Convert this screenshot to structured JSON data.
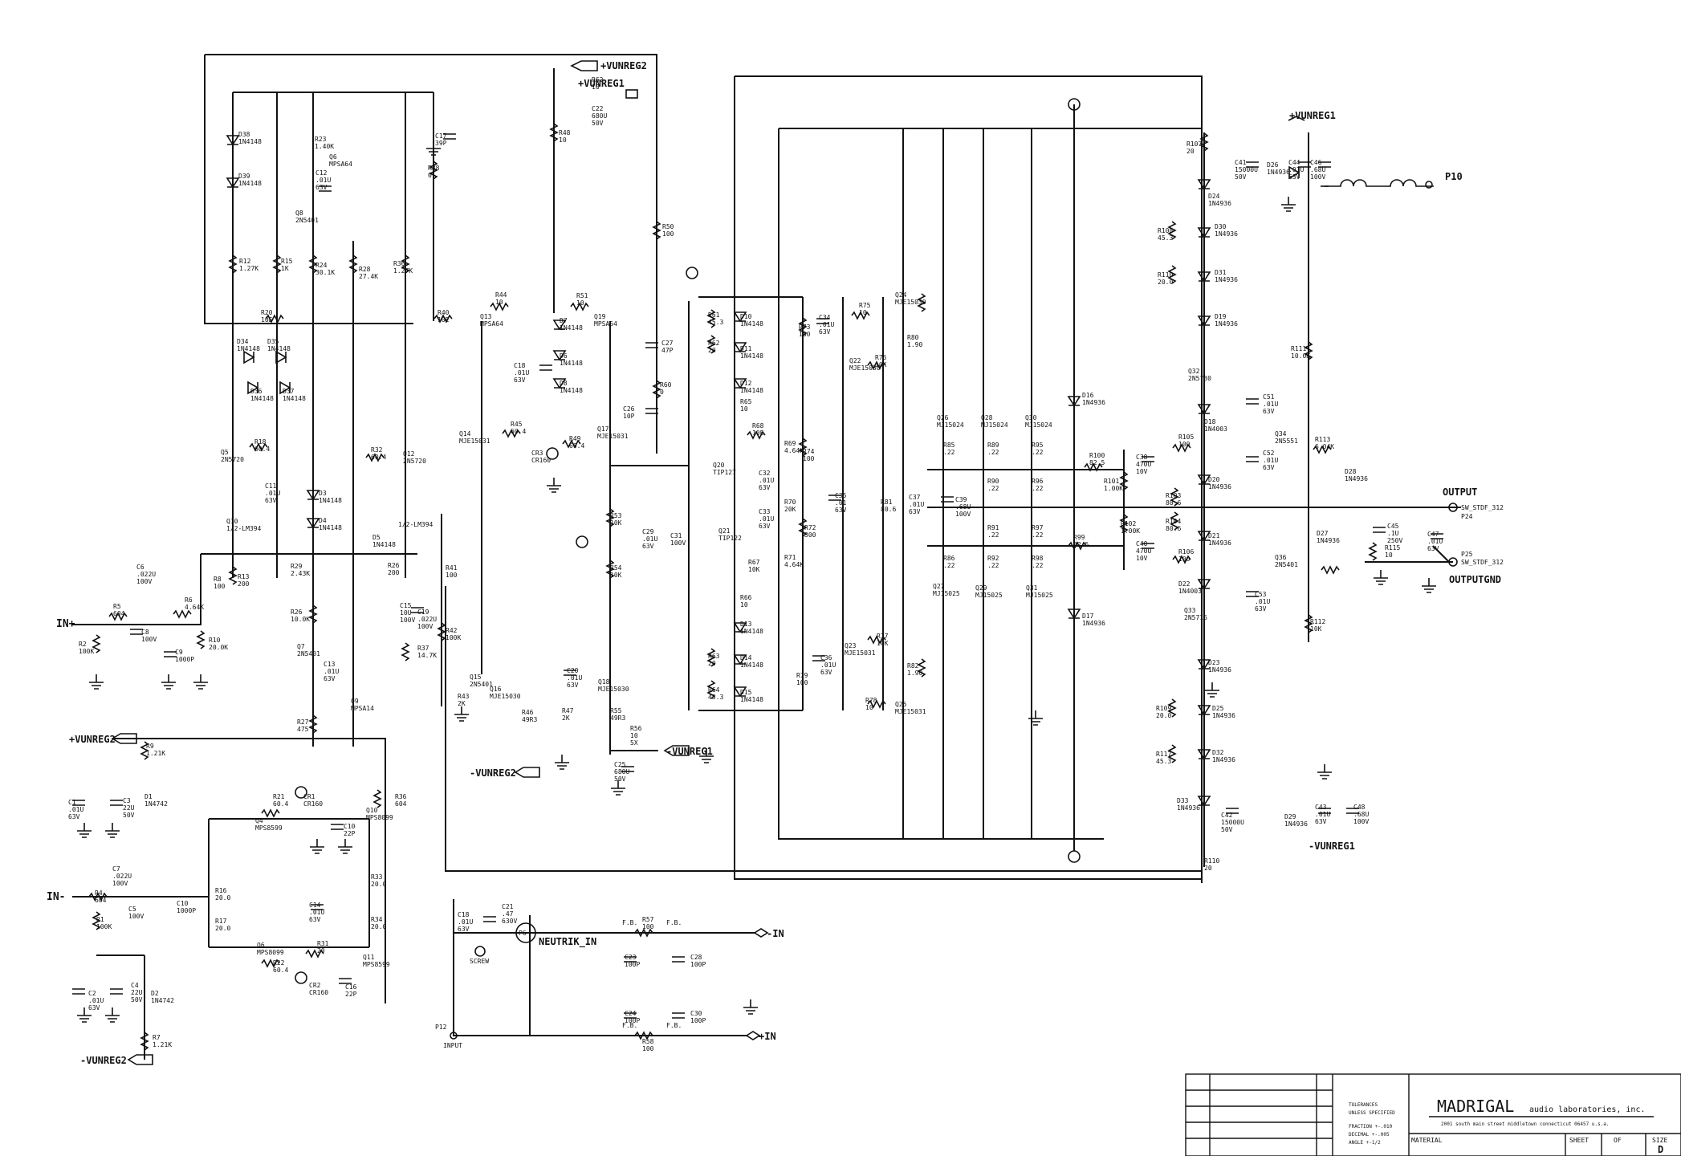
{
  "ports": {
    "vunreg2_top": "+VUNREG2",
    "vunreg1_top": "+VUNREG1",
    "vunreg1_right": "+VUNREG1",
    "p10": "P10",
    "in_plus": "IN+",
    "in_minus": "IN-",
    "vunreg2_left": "+VUNREG2",
    "vunreg2_neg_left": "-VUNREG2",
    "vunreg2_neg_mid": "-VUNREG2",
    "vunreg1_neg_mid": "-VUNREG1",
    "vunreg1_neg_right": "-VUNREG1",
    "output": "OUTPUT",
    "output_gnd": "OUTPUTGND",
    "p24": "P24",
    "p25": "P25",
    "sw_top": "SW_STDF_312",
    "sw_bot": "SW_STDF_312",
    "neutrik": "NEUTRIK_IN",
    "p6": "P6",
    "p12": "P12",
    "input": "INPUT",
    "out_minus_in": "-IN",
    "out_plus_in": "+IN",
    "screw": "SCREW"
  },
  "components": [
    {
      "id": "r23",
      "ref": "R23",
      "val": "1.40K"
    },
    {
      "id": "q6",
      "ref": "Q6",
      "val": "MPSA64"
    },
    {
      "id": "c12",
      "ref": "C12",
      "val": ".01U 63V"
    },
    {
      "id": "q8",
      "ref": "Q8",
      "val": "2N5401"
    },
    {
      "id": "c17",
      "ref": "C17",
      "val": "39P"
    },
    {
      "id": "r38",
      "ref": "R38",
      "val": "0"
    },
    {
      "id": "r12",
      "ref": "R12",
      "val": "1.27K"
    },
    {
      "id": "r15",
      "ref": "R15",
      "val": "1K"
    },
    {
      "id": "r24",
      "ref": "R24",
      "val": "30.1K"
    },
    {
      "id": "r28",
      "ref": "R28",
      "val": "27.4K"
    },
    {
      "id": "r36",
      "ref": "R36",
      "val": "1.27K"
    },
    {
      "id": "r20",
      "ref": "R20",
      "val": "10E"
    },
    {
      "id": "r40",
      "ref": "R40",
      "val": "10E"
    },
    {
      "id": "r44",
      "ref": "R44",
      "val": "10"
    },
    {
      "id": "q13",
      "ref": "Q13",
      "val": "MPSA64"
    },
    {
      "id": "r51",
      "ref": "R51",
      "val": "10"
    },
    {
      "id": "q19",
      "ref": "Q19",
      "val": "MPSA64"
    },
    {
      "id": "r48",
      "ref": "R48",
      "val": "10"
    },
    {
      "id": "r62",
      "ref": "R62",
      "val": "10"
    },
    {
      "id": "c22",
      "ref": "C22",
      "val": "680U 50V"
    },
    {
      "id": "c27",
      "ref": "C27",
      "val": "47P"
    },
    {
      "id": "r50",
      "ref": "R50",
      "val": "100"
    },
    {
      "id": "r60",
      "ref": "R60",
      "val": "0"
    },
    {
      "id": "c18",
      "ref": "C18",
      "val": ".01U 63V"
    },
    {
      "id": "c26",
      "ref": "C26",
      "val": "10P"
    },
    {
      "id": "q14",
      "ref": "Q14",
      "val": "MJE15031"
    },
    {
      "id": "q17",
      "ref": "Q17",
      "val": "MJE15031"
    },
    {
      "id": "r45",
      "ref": "R45",
      "val": "60.4"
    },
    {
      "id": "r49",
      "ref": "R49",
      "val": "60.4"
    },
    {
      "id": "cr3",
      "ref": "CR3",
      "val": "CR160"
    },
    {
      "id": "d7",
      "ref": "D7",
      "val": "1N4148"
    },
    {
      "id": "d6",
      "ref": "D6",
      "val": "1N4148"
    },
    {
      "id": "d8",
      "ref": "D8",
      "val": "1N4148"
    },
    {
      "id": "d38",
      "ref": "D38",
      "val": "1N4148"
    },
    {
      "id": "d39",
      "ref": "D39",
      "val": "1N4148"
    },
    {
      "id": "d34",
      "ref": "D34",
      "val": "1N4148"
    },
    {
      "id": "d35",
      "ref": "D35",
      "val": "1N4148"
    },
    {
      "id": "d36",
      "ref": "D36",
      "val": "1N4148"
    },
    {
      "id": "d37",
      "ref": "D37",
      "val": "1N4148"
    },
    {
      "id": "q7q",
      "ref": "Q7",
      "val": "2N5401"
    },
    {
      "id": "q9",
      "ref": "Q9",
      "val": "MPSA14"
    },
    {
      "id": "r18",
      "ref": "R18",
      "val": "60.4"
    },
    {
      "id": "r32",
      "ref": "R32",
      "val": "60.4"
    },
    {
      "id": "q5",
      "ref": "Q5",
      "val": "2N5720"
    },
    {
      "id": "q12",
      "ref": "Q12",
      "val": "2N5720"
    },
    {
      "id": "c11",
      "ref": "C11",
      "val": ".01U 63V"
    },
    {
      "id": "d3",
      "ref": "D3",
      "val": "1N4148"
    },
    {
      "id": "d4",
      "ref": "D4",
      "val": "1N4148"
    },
    {
      "id": "d5",
      "ref": "D5",
      "val": "1N4148"
    },
    {
      "id": "q10",
      "ref": "Q10",
      "val": "1/2-LM394"
    },
    {
      "id": "q10b",
      "ref": "",
      "val": "1/2-LM394"
    },
    {
      "id": "r13",
      "ref": "R13",
      "val": "200"
    },
    {
      "id": "r29",
      "ref": "R29",
      "val": "2.43K"
    },
    {
      "id": "r26",
      "ref": "R26",
      "val": "200"
    },
    {
      "id": "r41",
      "ref": "R41",
      "val": "100"
    },
    {
      "id": "c6",
      "ref": "C6",
      "val": ".022U 100V"
    },
    {
      "id": "r5",
      "ref": "R5",
      "val": "604"
    },
    {
      "id": "r6",
      "ref": "R6",
      "val": "4.64K"
    },
    {
      "id": "c8",
      "ref": "C8",
      "val": "100V"
    },
    {
      "id": "c9",
      "ref": "C9",
      "val": "1000P"
    },
    {
      "id": "r10",
      "ref": "R10",
      "val": "20.0K"
    },
    {
      "id": "r2",
      "ref": "R2",
      "val": "100K"
    },
    {
      "id": "r8",
      "ref": "R8",
      "val": "100"
    },
    {
      "id": "r26b",
      "ref": "R26",
      "val": "10.0K"
    },
    {
      "id": "c13",
      "ref": "C13",
      "val": ".01U 63V"
    },
    {
      "id": "c15",
      "ref": "C15",
      "val": "10U 100V"
    },
    {
      "id": "c19",
      "ref": "C19",
      "val": ".022U 100V"
    },
    {
      "id": "r37",
      "ref": "R37",
      "val": "14.7K"
    },
    {
      "id": "r42",
      "ref": "R42",
      "val": "100K"
    },
    {
      "id": "r27",
      "ref": "R27",
      "val": "475"
    },
    {
      "id": "q15",
      "ref": "Q15",
      "val": "2N5401"
    },
    {
      "id": "r43",
      "ref": "R43",
      "val": "2K"
    },
    {
      "id": "q16",
      "ref": "Q16",
      "val": "MJE15030"
    },
    {
      "id": "c20",
      "ref": "C20",
      "val": ".01U 63V"
    },
    {
      "id": "q18",
      "ref": "Q18",
      "val": "MJE15030"
    },
    {
      "id": "r46",
      "ref": "R46",
      "val": "49R3"
    },
    {
      "id": "r47",
      "ref": "R47",
      "val": "2K"
    },
    {
      "id": "r55",
      "ref": "R55",
      "val": "49R3"
    },
    {
      "id": "r56",
      "ref": "R56",
      "val": "10 5X"
    },
    {
      "id": "c25",
      "ref": "C25",
      "val": "680U 50V"
    },
    {
      "id": "r53",
      "ref": "R53",
      "val": "10K"
    },
    {
      "id": "r54",
      "ref": "R54",
      "val": "10K"
    },
    {
      "id": "c29",
      "ref": "C29",
      "val": ".01U 63V"
    },
    {
      "id": "c31",
      "ref": "C31",
      "val": "100V"
    },
    {
      "id": "r61",
      "ref": "R61",
      "val": "45.3"
    },
    {
      "id": "r62b",
      "ref": "R62",
      "val": "20"
    },
    {
      "id": "d10",
      "ref": "D10",
      "val": "1N4148"
    },
    {
      "id": "d11",
      "ref": "D11",
      "val": "1N4148"
    },
    {
      "id": "d12",
      "ref": "D12",
      "val": "1N4148"
    },
    {
      "id": "r65",
      "ref": "R65",
      "val": "10"
    },
    {
      "id": "r68",
      "ref": "R68",
      "val": "10E"
    },
    {
      "id": "r69",
      "ref": "R69",
      "val": "4.64K"
    },
    {
      "id": "q20",
      "ref": "Q20",
      "val": "TIP127"
    },
    {
      "id": "c32",
      "ref": "C32",
      "val": ".01U 63V"
    },
    {
      "id": "c33",
      "ref": "C33",
      "val": ".01U 63V"
    },
    {
      "id": "q21",
      "ref": "Q21",
      "val": "TIP122"
    },
    {
      "id": "r70",
      "ref": "R70",
      "val": "20K"
    },
    {
      "id": "r71",
      "ref": "R71",
      "val": "4.64K"
    },
    {
      "id": "r67",
      "ref": "R67",
      "val": "10K"
    },
    {
      "id": "r66",
      "ref": "R66",
      "val": "10"
    },
    {
      "id": "d13",
      "ref": "D13",
      "val": "1N4148"
    },
    {
      "id": "d14",
      "ref": "D14",
      "val": "1N4148"
    },
    {
      "id": "d15",
      "ref": "D15",
      "val": "1N4148"
    },
    {
      "id": "r63",
      "ref": "R63",
      "val": "20"
    },
    {
      "id": "r64",
      "ref": "R64",
      "val": "45.3"
    },
    {
      "id": "r73",
      "ref": "R73",
      "val": "100"
    },
    {
      "id": "c34",
      "ref": "C34",
      "val": ".01U 63V"
    },
    {
      "id": "r74",
      "ref": "R74",
      "val": "100"
    },
    {
      "id": "r72",
      "ref": "R72",
      "val": "300"
    },
    {
      "id": "c35",
      "ref": "C35",
      "val": ".01 63V"
    },
    {
      "id": "r75",
      "ref": "R75",
      "val": "10"
    },
    {
      "id": "q24",
      "ref": "Q24",
      "val": "MJE15030"
    },
    {
      "id": "r80",
      "ref": "R80",
      "val": "1.90"
    },
    {
      "id": "q22",
      "ref": "Q22",
      "val": "MJE15030"
    },
    {
      "id": "r76",
      "ref": "R76",
      "val": "10K"
    },
    {
      "id": "r81",
      "ref": "R81",
      "val": "80.6"
    },
    {
      "id": "c37",
      "ref": "C37",
      "val": ".01U 63V"
    },
    {
      "id": "c39",
      "ref": "C39",
      "val": ".68U 100V"
    },
    {
      "id": "q23",
      "ref": "Q23",
      "val": "MJE15031"
    },
    {
      "id": "r77",
      "ref": "R77",
      "val": "10K"
    },
    {
      "id": "c36",
      "ref": "C36",
      "val": ".01U 63V"
    },
    {
      "id": "r79",
      "ref": "R79",
      "val": "100"
    },
    {
      "id": "r78",
      "ref": "R78",
      "val": "10"
    },
    {
      "id": "r82",
      "ref": "R82",
      "val": "1.90"
    },
    {
      "id": "q25",
      "ref": "Q25",
      "val": "MJE15031"
    },
    {
      "id": "q26",
      "ref": "Q26",
      "val": "MJ15024"
    },
    {
      "id": "q28",
      "ref": "Q28",
      "val": "MJ15024"
    },
    {
      "id": "q30",
      "ref": "Q30",
      "val": "MJ15024"
    },
    {
      "id": "q27",
      "ref": "Q27",
      "val": "MJ15025"
    },
    {
      "id": "q29",
      "ref": "Q29",
      "val": "MJ15025"
    },
    {
      "id": "q31",
      "ref": "Q31",
      "val": "MJ15025"
    },
    {
      "id": "r85",
      "ref": "R85",
      "val": ".22"
    },
    {
      "id": "r89",
      "ref": "R89",
      "val": ".22"
    },
    {
      "id": "r95",
      "ref": "R95",
      "val": ".22"
    },
    {
      "id": "r90",
      "ref": "R90",
      "val": ".22"
    },
    {
      "id": "r96",
      "ref": "R96",
      "val": ".22"
    },
    {
      "id": "r91",
      "ref": "R91",
      "val": ".22"
    },
    {
      "id": "r97",
      "ref": "R97",
      "val": ".22"
    },
    {
      "id": "r86",
      "ref": "R86",
      "val": ".22"
    },
    {
      "id": "r92",
      "ref": "R92",
      "val": ".22"
    },
    {
      "id": "r98",
      "ref": "R98",
      "val": ".22"
    },
    {
      "id": "d16",
      "ref": "D16",
      "val": "1N4936"
    },
    {
      "id": "d17",
      "ref": "D17",
      "val": "1N4936"
    },
    {
      "id": "r100",
      "ref": "R100",
      "val": "82.5"
    },
    {
      "id": "r99",
      "ref": "R99",
      "val": "82.5"
    },
    {
      "id": "r101",
      "ref": "R101",
      "val": "1.00K"
    },
    {
      "id": "r102",
      "ref": "R102",
      "val": "1.00K"
    },
    {
      "id": "c38",
      "ref": "C38",
      "val": "470U 10V"
    },
    {
      "id": "c40",
      "ref": "C40",
      "val": "470U 10V"
    },
    {
      "id": "r103",
      "ref": "R103",
      "val": "80.6"
    },
    {
      "id": "r104",
      "ref": "R104",
      "val": "80.6"
    },
    {
      "id": "r105",
      "ref": "R105",
      "val": "100"
    },
    {
      "id": "r106",
      "ref": "R106",
      "val": "100"
    },
    {
      "id": "r107",
      "ref": "R107",
      "val": "20"
    },
    {
      "id": "c41",
      "ref": "C41",
      "val": "15000U 50V"
    },
    {
      "id": "d26",
      "ref": "D26",
      "val": "1N4936"
    },
    {
      "id": "c44",
      "ref": "C44",
      "val": ".01U 63V"
    },
    {
      "id": "c46",
      "ref": "C46",
      "val": ".68U 100V"
    },
    {
      "id": "d24",
      "ref": "D24",
      "val": "1N4936"
    },
    {
      "id": "d30",
      "ref": "D30",
      "val": "1N4936"
    },
    {
      "id": "d31",
      "ref": "D31",
      "val": "1N4936"
    },
    {
      "id": "r108",
      "ref": "R108",
      "val": "45.3"
    },
    {
      "id": "r110",
      "ref": "R110",
      "val": "20.0"
    },
    {
      "id": "d19",
      "ref": "D19",
      "val": "1N4936"
    },
    {
      "id": "q32",
      "ref": "Q32",
      "val": "2N5730"
    },
    {
      "id": "r111",
      "ref": "R111",
      "val": "10.0K"
    },
    {
      "id": "d18",
      "ref": "D18",
      "val": "1N4003"
    },
    {
      "id": "c51",
      "ref": "C51",
      "val": ".01U 63V"
    },
    {
      "id": "q34",
      "ref": "Q34",
      "val": "2N5551"
    },
    {
      "id": "r113",
      "ref": "R113",
      "val": "6.04K"
    },
    {
      "id": "d28",
      "ref": "D28",
      "val": "1N4936"
    },
    {
      "id": "d20",
      "ref": "D20",
      "val": "1N4936"
    },
    {
      "id": "c52",
      "ref": "C52",
      "val": ".01U 63V"
    },
    {
      "id": "d21",
      "ref": "D21",
      "val": "1N4936"
    },
    {
      "id": "d27",
      "ref": "D27",
      "val": "1N4936"
    },
    {
      "id": "q36",
      "ref": "Q36",
      "val": "2N5401"
    },
    {
      "id": "c53",
      "ref": "C53",
      "val": ".01U 63V"
    },
    {
      "id": "d22",
      "ref": "D22",
      "val": "1N4003"
    },
    {
      "id": "q33",
      "ref": "Q33",
      "val": "2N5716"
    },
    {
      "id": "r112",
      "ref": "R112",
      "val": "10K"
    },
    {
      "id": "c45",
      "ref": "C45",
      "val": ".1U 250V"
    },
    {
      "id": "r115",
      "ref": "R115",
      "val": "10"
    },
    {
      "id": "c47",
      "ref": "C47",
      "val": ".01U 63V"
    },
    {
      "id": "d23",
      "ref": "D23",
      "val": "1N4936"
    },
    {
      "id": "d25",
      "ref": "D25",
      "val": "1N4936"
    },
    {
      "id": "d32",
      "ref": "D32",
      "val": "1N4936"
    },
    {
      "id": "r109",
      "ref": "R109",
      "val": "20.0"
    },
    {
      "id": "r117",
      "ref": "R117",
      "val": "45.3"
    },
    {
      "id": "d33",
      "ref": "D33",
      "val": "1N4936"
    },
    {
      "id": "c42",
      "ref": "C42",
      "val": "15000U 50V"
    },
    {
      "id": "d29",
      "ref": "D29",
      "val": "1N4936"
    },
    {
      "id": "c43",
      "ref": "C43",
      "val": ".01U 63V"
    },
    {
      "id": "c48",
      "ref": "C48",
      "val": ".68U 100V"
    },
    {
      "id": "r110b",
      "ref": "R110",
      "val": "20"
    },
    {
      "id": "r9",
      "ref": "R9",
      "val": "1.21K"
    },
    {
      "id": "c1",
      "ref": "C1",
      "val": ".01U 63V"
    },
    {
      "id": "c3",
      "ref": "C3",
      "val": "22U 50V"
    },
    {
      "id": "d1",
      "ref": "D1",
      "val": "1N4742"
    },
    {
      "id": "cr1",
      "ref": "CR1",
      "val": "CR160"
    },
    {
      "id": "r21",
      "ref": "R21",
      "val": "60.4"
    },
    {
      "id": "q4",
      "ref": "Q4",
      "val": "MPS8599"
    },
    {
      "id": "q10c",
      "ref": "Q10",
      "val": "MPS8099"
    },
    {
      "id": "c10",
      "ref": "C10",
      "val": "22P"
    },
    {
      "id": "r36b",
      "ref": "R36",
      "val": "604"
    },
    {
      "id": "c7",
      "ref": "C7",
      "val": ".022U 100V"
    },
    {
      "id": "r4",
      "ref": "R4",
      "val": "604"
    },
    {
      "id": "r1",
      "ref": "R1",
      "val": "100K"
    },
    {
      "id": "r16",
      "ref": "R16",
      "val": "20.0"
    },
    {
      "id": "r17",
      "ref": "R17",
      "val": "20.0"
    },
    {
      "id": "c14",
      "ref": "C14",
      "val": ".01U 63V"
    },
    {
      "id": "r33",
      "ref": "R33",
      "val": "20.0"
    },
    {
      "id": "r34",
      "ref": "R34",
      "val": "20.0"
    },
    {
      "id": "q6b",
      "ref": "Q6",
      "val": "MPS8099"
    },
    {
      "id": "r31",
      "ref": "R31",
      "val": "20"
    },
    {
      "id": "q11",
      "ref": "Q11",
      "val": "MPS8599"
    },
    {
      "id": "r22",
      "ref": "R22",
      "val": "60.4"
    },
    {
      "id": "cr2",
      "ref": "CR2",
      "val": "CR160"
    },
    {
      "id": "c16",
      "ref": "C16",
      "val": "22P"
    },
    {
      "id": "c2",
      "ref": "C2",
      "val": ".01U 63V"
    },
    {
      "id": "c4",
      "ref": "C4",
      "val": "22U 50V"
    },
    {
      "id": "d2",
      "ref": "D2",
      "val": "1N4742"
    },
    {
      "id": "r7",
      "ref": "R7",
      "val": "1.21K"
    },
    {
      "id": "c5",
      "ref": "C5",
      "val": "100V"
    },
    {
      "id": "c10b",
      "ref": "C10",
      "val": "1000P"
    },
    {
      "id": "c18b",
      "ref": "C18",
      "val": ".01U 63V"
    },
    {
      "id": "c21",
      "ref": "C21",
      "val": ".47 630V"
    },
    {
      "id": "r57",
      "ref": "R57",
      "val": "100"
    },
    {
      "id": "r58",
      "ref": "R58",
      "val": "100"
    },
    {
      "id": "c23",
      "ref": "C23",
      "val": "100P"
    },
    {
      "id": "c28",
      "ref": "C28",
      "val": "100P"
    },
    {
      "id": "c24",
      "ref": "C24",
      "val": "100P"
    },
    {
      "id": "c30",
      "ref": "C30",
      "val": "100P"
    },
    {
      "id": "fb1",
      "ref": "F.B.",
      "val": ""
    },
    {
      "id": "fb2",
      "ref": "F.B.",
      "val": ""
    },
    {
      "id": "fb3",
      "ref": "F.B.",
      "val": ""
    },
    {
      "id": "fb4",
      "ref": "F.B.",
      "val": ""
    }
  ],
  "title_block": {
    "company": "MADRIGAL",
    "company_sub": "audio laboratories, inc.",
    "address": "2001 south main street middletown connecticut 06457 u.s.a.",
    "tol1": "TOLERANCES",
    "tol2": "UNLESS SPECIFIED",
    "tol3": "FRACTION +-.010",
    "tol4": "DECIMAL +-.005",
    "tol5": "ANGLE +-1/2",
    "material": "MATERIAL",
    "sheet": "SHEET",
    "of": "OF",
    "size": "SIZE",
    "size_val": "D"
  }
}
